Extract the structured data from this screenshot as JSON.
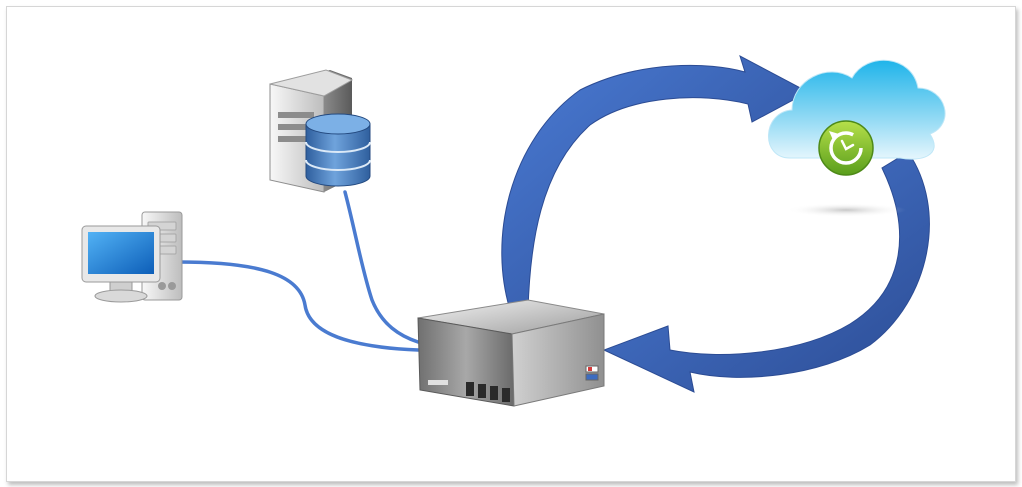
{
  "diagram": {
    "nodes": [
      {
        "id": "workstation",
        "icon": "desktop-computer-icon"
      },
      {
        "id": "database-server",
        "icon": "database-server-icon"
      },
      {
        "id": "nas",
        "icon": "nas-storage-icon"
      },
      {
        "id": "cloud",
        "icon": "cloud-backup-sync-icon"
      }
    ],
    "edges": [
      {
        "from": "workstation",
        "to": "nas",
        "style": "line"
      },
      {
        "from": "database-server",
        "to": "nas",
        "style": "line"
      },
      {
        "from": "nas",
        "to": "cloud",
        "style": "curved-arrow"
      },
      {
        "from": "cloud",
        "to": "nas",
        "style": "curved-arrow"
      }
    ],
    "colors": {
      "connector": "#4a7bd0",
      "arrow": "#3e64b4",
      "arrow_dark": "#2c4c94",
      "cloud_top": "#20b6ea",
      "cloud_bottom": "#dff4fc",
      "sync_badge": "#7cc42c",
      "monitor_screen": "#1e7fd6",
      "database": "#4f88c8"
    }
  }
}
